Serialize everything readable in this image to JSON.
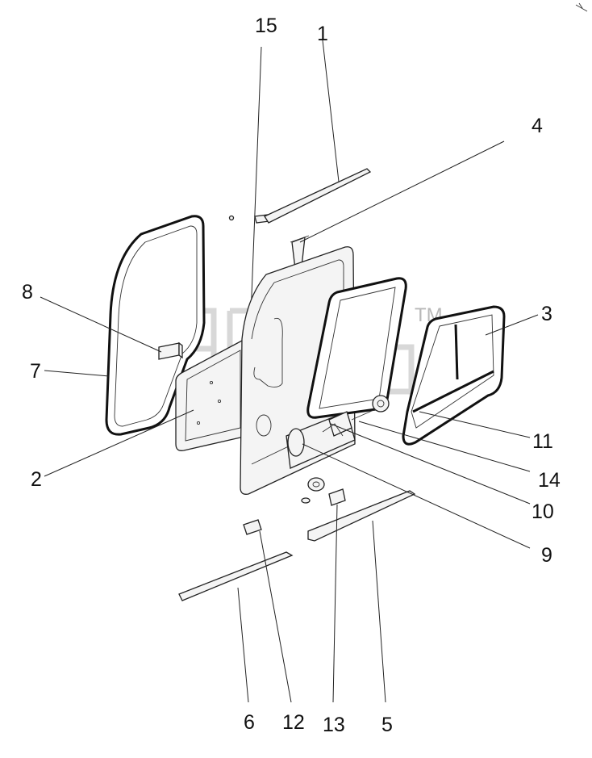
{
  "watermark": {
    "tm_text": "TM"
  },
  "callouts": {
    "c1": "1",
    "c2": "2",
    "c3": "3",
    "c4": "4",
    "c5": "5",
    "c6": "6",
    "c7": "7",
    "c8": "8",
    "c9": "9",
    "c10": "10",
    "c11": "11",
    "c12": "12",
    "c13": "13",
    "c14": "14",
    "c15": "15"
  },
  "colors": {
    "line": "#222222",
    "watermark": "#b8b8b8",
    "background": "#ffffff"
  }
}
